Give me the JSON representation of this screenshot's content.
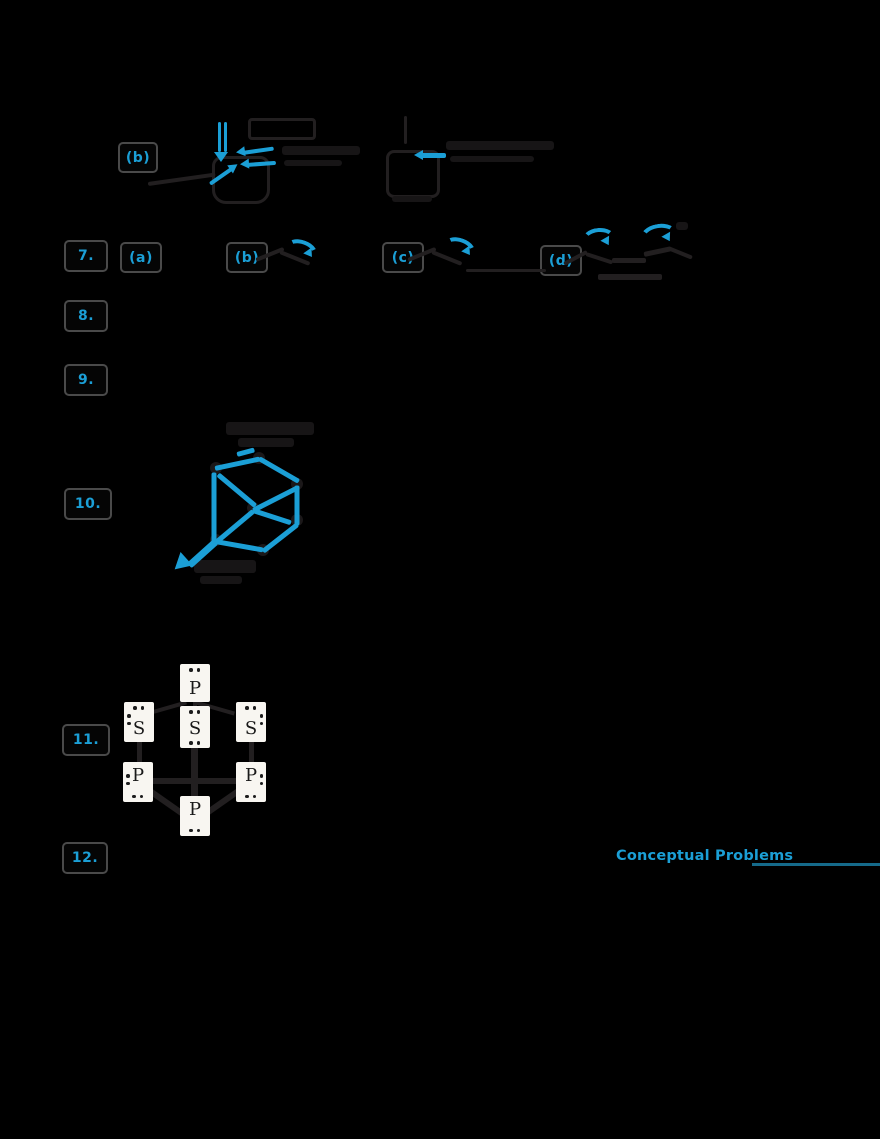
{
  "colors": {
    "background": "#000000",
    "accent": "#1b9fd6",
    "rule": "#156a8a"
  },
  "problems": {
    "item6b_label": "(b)",
    "p7": {
      "number": "7.",
      "item_a": "(a)",
      "item_b": "(b)",
      "item_c": "(c)",
      "item_d": "(d)"
    },
    "p8": {
      "number": "8."
    },
    "p9": {
      "number": "9."
    },
    "p10": {
      "number": "10."
    },
    "p11": {
      "number": "11."
    },
    "p12": {
      "number": "12."
    }
  },
  "lewis": {
    "atoms": {
      "top": "P",
      "left": "S",
      "middle": "S",
      "right": "S",
      "bottom_left": "P",
      "bottom_right": "P",
      "bottom": "P"
    }
  },
  "footer": {
    "link_label": "Conceptual Problems"
  }
}
